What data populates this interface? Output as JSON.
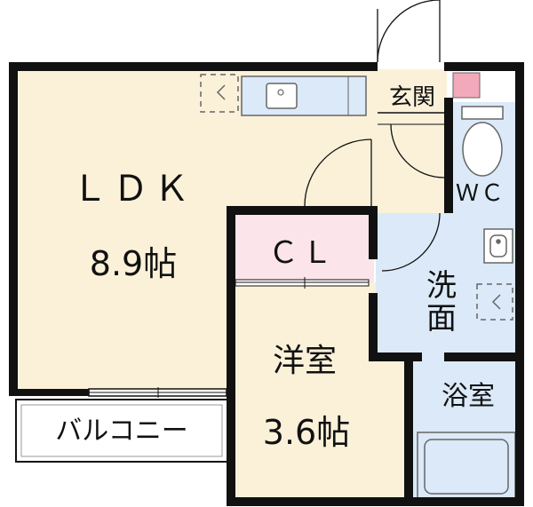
{
  "rooms": {
    "ldk": {
      "name": "ＬＤＫ",
      "size": "8.9帖"
    },
    "western": {
      "name": "洋室",
      "size": "3.6帖"
    },
    "closet": {
      "name": "ＣＬ"
    },
    "entrance": {
      "name": "玄関"
    },
    "wc": {
      "name": "ＷＣ"
    },
    "washroom": {
      "name": "洗\n面",
      "line1": "洗",
      "line2": "面"
    },
    "bath": {
      "name": "浴室"
    },
    "balcony": {
      "name": "バルコニー"
    }
  },
  "colors": {
    "wall": "#111111",
    "ldk_fill": "#fbf1d9",
    "western_fill": "#fbf1d9",
    "entrance_fill": "#fbf1d9",
    "closet_fill": "#fbe4ea",
    "wet_fill": "#dbe9f8",
    "fixture_stroke": "#666666",
    "door_marker": "#f2aabb"
  }
}
